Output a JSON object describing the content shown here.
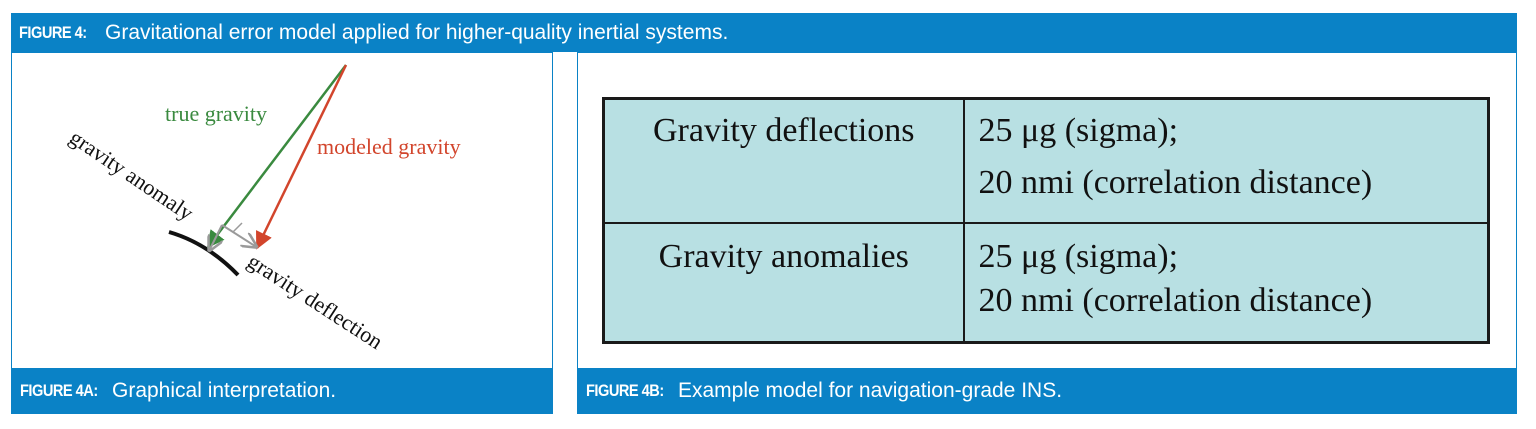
{
  "header": {
    "label": "FIGURE 4:",
    "caption": "Gravitational error model applied for higher-quality inertial systems."
  },
  "panel_a": {
    "footer_label": "FIGURE 4A:",
    "footer_caption": "Graphical interpretation.",
    "diagram": {
      "true_gravity": "true gravity",
      "modeled_gravity": "modeled gravity",
      "gravity_anomaly": "gravity anomaly",
      "gravity_deflection": "gravity deflection",
      "colors": {
        "true_gravity": "#3a8a3f",
        "modeled_gravity": "#d2452c",
        "error_arrows": "#9a9a9a",
        "surface": "#111111"
      }
    }
  },
  "panel_b": {
    "footer_label": "FIGURE 4B:",
    "footer_caption": "Example model for navigation-grade INS.",
    "table": {
      "rows": [
        {
          "name": "Gravity deflections",
          "line1": "25 μg (sigma);",
          "line2": "20 nmi (correlation distance)"
        },
        {
          "name": "Gravity anomalies",
          "line1": "25 μg (sigma);",
          "line2": "20 nmi (correlation distance)"
        }
      ]
    }
  },
  "colors": {
    "accent": "#0a82c6",
    "table_fill": "#b8e0e3"
  }
}
